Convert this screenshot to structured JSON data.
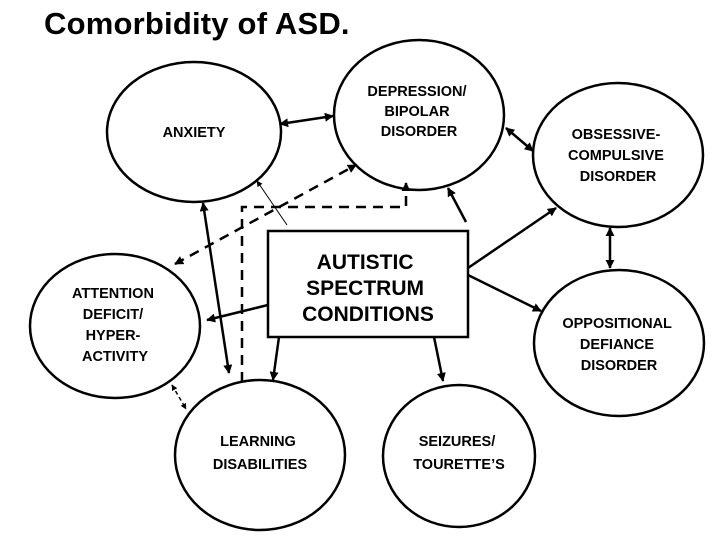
{
  "title": "Comorbidity of ASD.",
  "nodes": {
    "anxiety": {
      "lines": [
        "ANXIETY"
      ]
    },
    "depression": {
      "lines": [
        "DEPRESSION/",
        "BIPOLAR",
        "DISORDER"
      ]
    },
    "ocd": {
      "lines": [
        "OBSESSIVE-",
        "COMPULSIVE",
        "DISORDER"
      ]
    },
    "adhd": {
      "lines": [
        "ATTENTION",
        "DEFICIT/",
        "HYPER-",
        "ACTIVITY"
      ]
    },
    "asc": {
      "lines": [
        "AUTISTIC",
        "SPECTRUM",
        "CONDITIONS"
      ]
    },
    "odd": {
      "lines": [
        "OPPOSITIONAL",
        "DEFIANCE",
        "DISORDER"
      ]
    },
    "learning": {
      "lines": [
        "LEARNING",
        "DISABILITIES"
      ]
    },
    "seizures": {
      "lines": [
        "SEIZURES/",
        "TOURETTE’S"
      ]
    }
  },
  "colors": {
    "stroke": "#000000",
    "background": "#ffffff"
  }
}
